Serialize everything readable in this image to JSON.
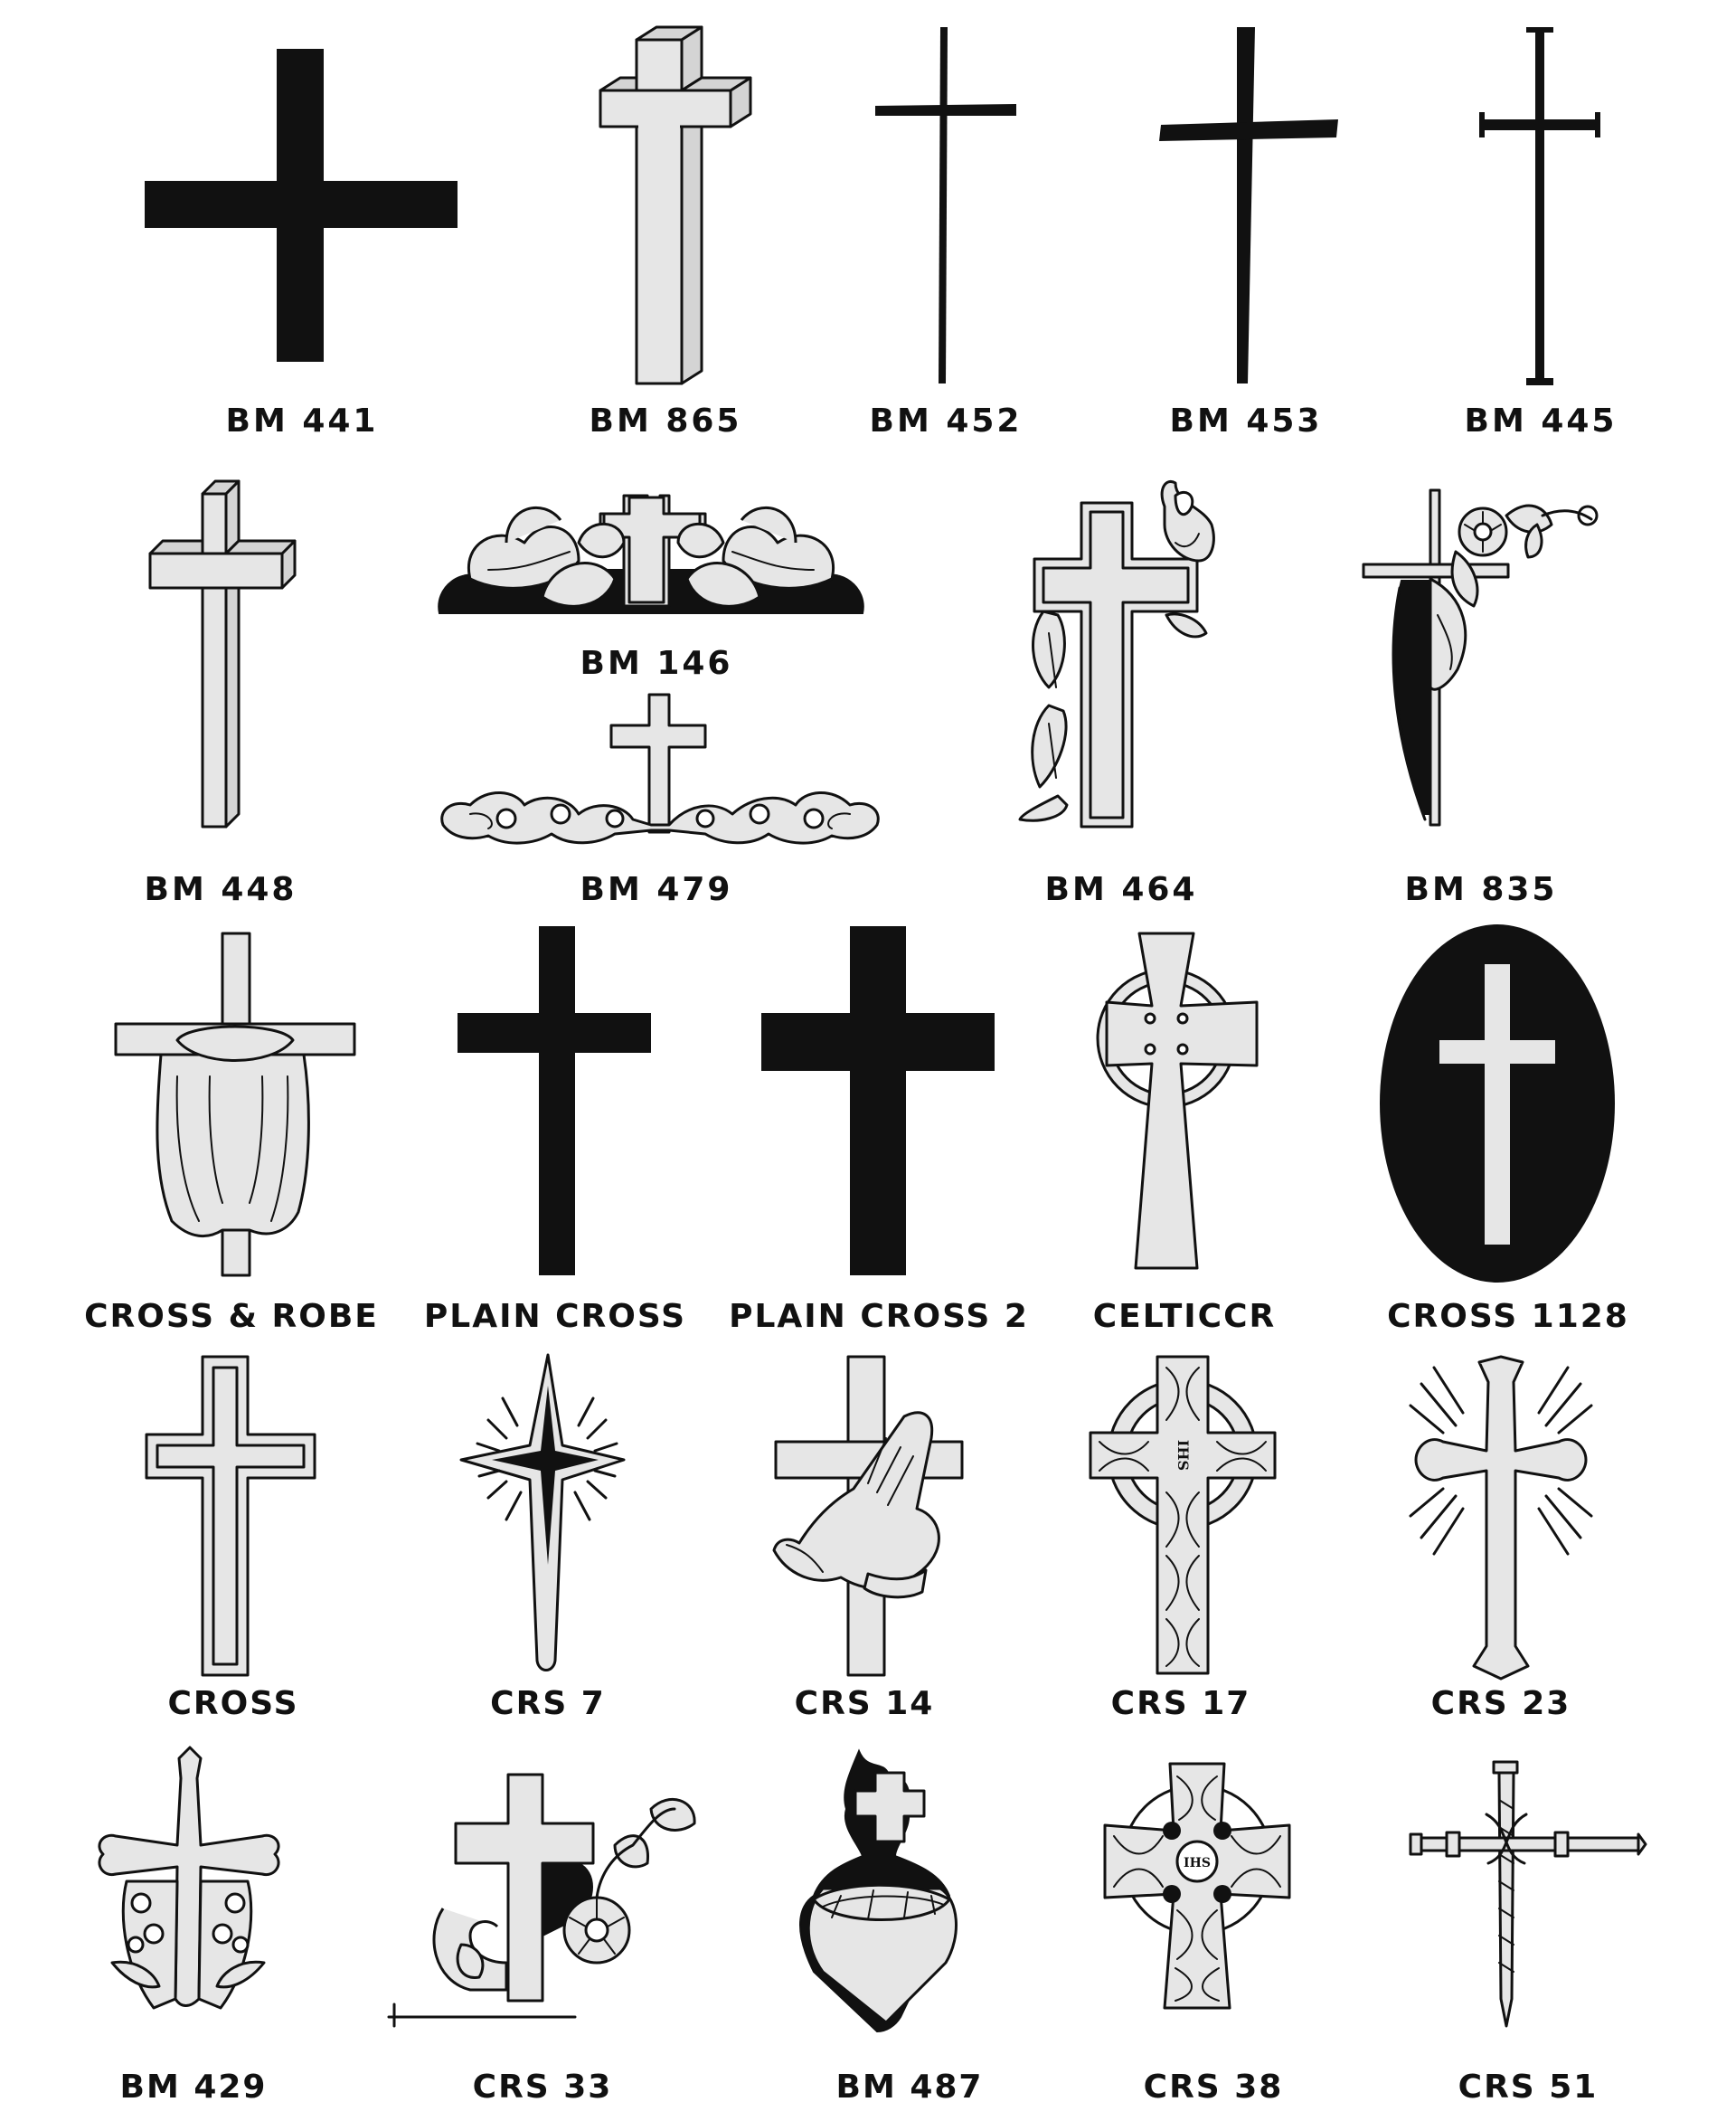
{
  "colors": {
    "ink": "#111111",
    "fill_light": "#e6e6e6",
    "background": "#ffffff"
  },
  "catalog": {
    "rows": [
      {
        "items": [
          {
            "code": "BM 441",
            "icon": "solid-cross-icon"
          },
          {
            "code": "BM 865",
            "icon": "3d-cross-icon"
          },
          {
            "code": "BM 452",
            "icon": "thin-cross-icon"
          },
          {
            "code": "BM 453",
            "icon": "tapered-cross-icon"
          },
          {
            "code": "BM 445",
            "icon": "nail-cross-icon"
          }
        ]
      },
      {
        "items": [
          {
            "code": "BM 448",
            "icon": "3d-cross-icon"
          },
          {
            "code": "BM 146",
            "icon": "cross-with-leaves-icon"
          },
          {
            "code": "BM 479",
            "icon": "cross-with-flowers-icon"
          },
          {
            "code": "BM 464",
            "icon": "cross-with-lily-icon"
          },
          {
            "code": "BM 835",
            "icon": "cross-with-flower-icon"
          }
        ]
      },
      {
        "items": [
          {
            "code": "CROSS & ROBE",
            "icon": "cross-and-robe-icon"
          },
          {
            "code": "PLAIN CROSS",
            "icon": "plain-cross-icon"
          },
          {
            "code": "PLAIN CROSS 2",
            "icon": "plain-cross-wide-icon"
          },
          {
            "code": "CELTICCR",
            "icon": "celtic-cross-icon"
          },
          {
            "code": "CROSS 1128",
            "icon": "cross-in-oval-icon"
          }
        ]
      },
      {
        "items": [
          {
            "code": "CROSS",
            "icon": "outlined-cross-icon"
          },
          {
            "code": "CRS 7",
            "icon": "star-cross-icon"
          },
          {
            "code": "CRS 14",
            "icon": "praying-hands-cross-icon"
          },
          {
            "code": "CRS 17",
            "icon": "celtic-knot-cross-icon"
          },
          {
            "code": "CRS 23",
            "icon": "radiant-cross-icon"
          }
        ]
      },
      {
        "items": [
          {
            "code": "BM 429",
            "icon": "budded-cross-lily-icon"
          },
          {
            "code": "CRS 33",
            "icon": "cross-with-flowers-scroll-icon"
          },
          {
            "code": "BM 487",
            "icon": "sacred-heart-cross-icon"
          },
          {
            "code": "CRS 38",
            "icon": "ornate-celtic-cross-icon"
          },
          {
            "code": "CRS 51",
            "icon": "nails-cross-icon"
          }
        ]
      }
    ]
  }
}
